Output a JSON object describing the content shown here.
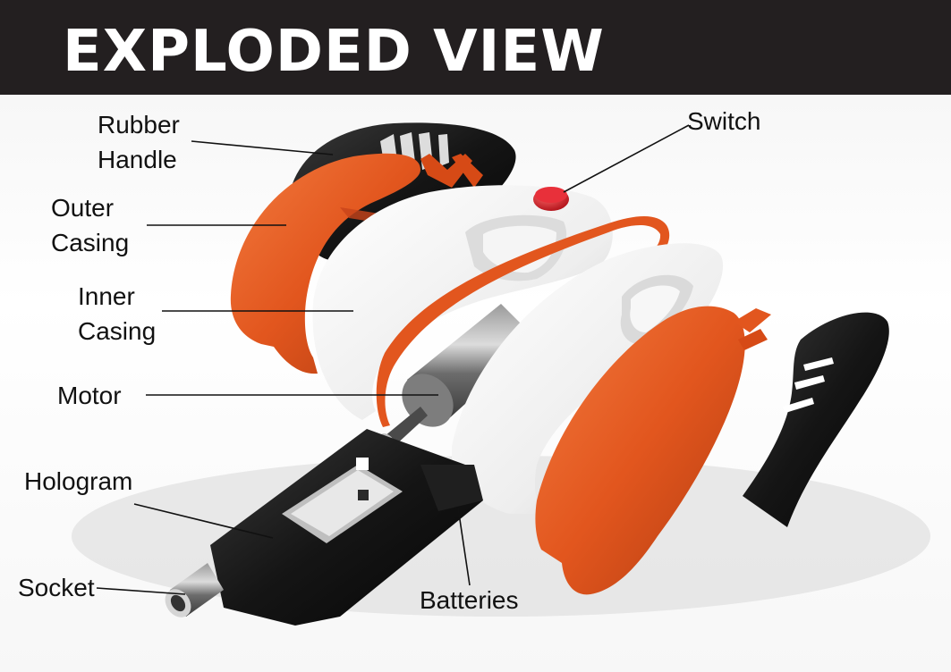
{
  "header": {
    "title": "EXPLODED VIEW"
  },
  "labels": {
    "rubber_handle": [
      "Rubber",
      "Handle"
    ],
    "outer_casing": [
      "Outer",
      "Casing"
    ],
    "inner_casing": [
      "Inner",
      "Casing"
    ],
    "motor": "Motor",
    "hologram": "Hologram",
    "socket": "Socket",
    "batteries": "Batteries",
    "switch": "Switch"
  },
  "colors": {
    "header_bg": "#231f20",
    "accent_orange": "#e2561e",
    "rubber_black": "#1a1a1a",
    "switch_red": "#d8202a"
  }
}
